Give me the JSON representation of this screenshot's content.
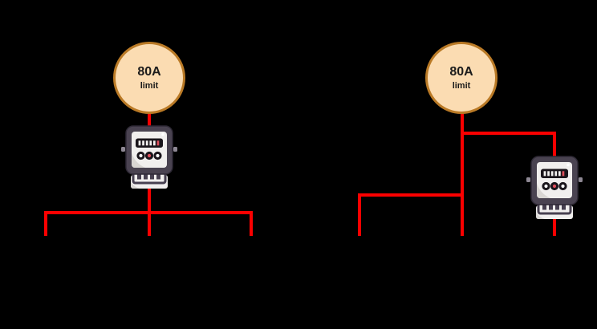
{
  "colors": {
    "background": "#000000",
    "wire_red": "#FB0000",
    "limit_circle_fill": "#FBDCB2",
    "limit_circle_border": "#BA7A26",
    "label_text": "#1B1B1B",
    "meter_body": "#4A4351",
    "meter_face": "#F1EFEE",
    "meter_display": "#1A151B",
    "meter_accent_red": "#DE4F5C"
  },
  "diagrams": [
    {
      "id": "meter-before-split",
      "badge": {
        "value": "80A",
        "label": "limit"
      },
      "meter_icon": "electricity-meter-icon",
      "feeders": 3
    },
    {
      "id": "meter-on-branch",
      "badge": {
        "value": "80A",
        "label": "limit"
      },
      "meter_icon": "electricity-meter-icon",
      "feeders": 3
    }
  ]
}
